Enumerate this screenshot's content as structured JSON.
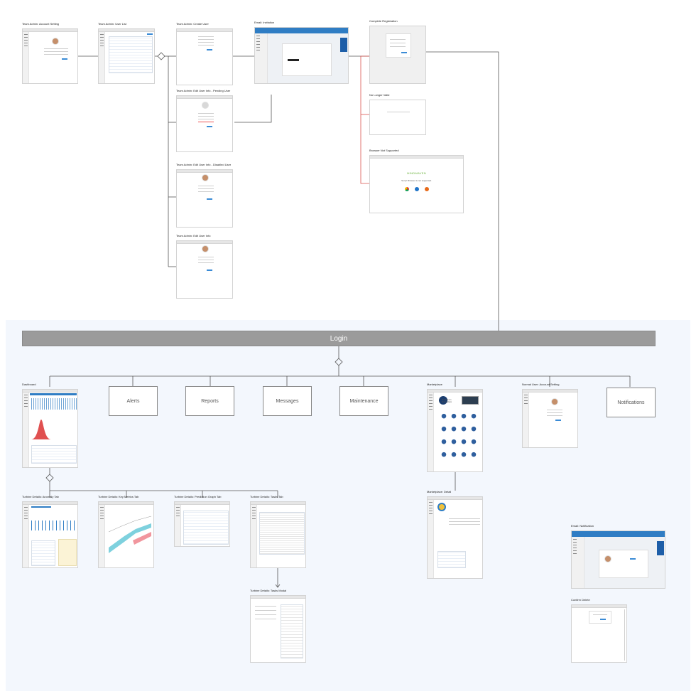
{
  "login": {
    "label": "Login"
  },
  "top_cards": [
    {
      "id": "acct",
      "label": "Team Admin: Account Setting"
    },
    {
      "id": "userlist",
      "label": "Team Admin: User List"
    },
    {
      "id": "create",
      "label": "Team Admin: Create User"
    },
    {
      "id": "email",
      "label": "Email: Invitation"
    },
    {
      "id": "complete",
      "label": "Complete Registration"
    },
    {
      "id": "pending",
      "label": "Team Admin: Edit User Info - Pending User"
    },
    {
      "id": "nolonger",
      "label": "No Longer Valid"
    },
    {
      "id": "disabled",
      "label": "Team Admin: Edit User Info - Disabled User"
    },
    {
      "id": "browser",
      "label": "Browser Not Supported"
    },
    {
      "id": "edit",
      "label": "Team Admin: Edit User Info"
    }
  ],
  "browser_thumb": {
    "brand": "MINDMAVEN",
    "message": "Sorry! Browser is not supported."
  },
  "bottom_cards": [
    {
      "id": "dashboard",
      "label": "Dashboard"
    },
    {
      "id": "marketplace",
      "label": "Marketplace"
    },
    {
      "id": "normal",
      "label": "Normal User: Account Setting"
    },
    {
      "id": "anomaly",
      "label": "Turbine Details: Anomaly Tab"
    },
    {
      "id": "keymetrics",
      "label": "Turbine Details: Key Metrics Tab"
    },
    {
      "id": "prediction",
      "label": "Turbine Details: Prediction Graph Tab"
    },
    {
      "id": "tasks",
      "label": "Turbine Details: Tasks Tab"
    },
    {
      "id": "mpdetail",
      "label": "Marketplace: Detail"
    },
    {
      "id": "emailnotif",
      "label": "Email: Notification"
    },
    {
      "id": "tasksmodal",
      "label": "Turbine Details: Tasks Modal"
    },
    {
      "id": "confirmdelete",
      "label": "Confirm Delete"
    }
  ],
  "box_nodes": [
    {
      "id": "alerts",
      "label": "Alerts"
    },
    {
      "id": "reports",
      "label": "Reports"
    },
    {
      "id": "messages",
      "label": "Messages"
    },
    {
      "id": "maintenance",
      "label": "Maintenance"
    },
    {
      "id": "notifications",
      "label": "Notifications"
    }
  ],
  "marketplace_thumb": {
    "headline": "Mindmaven Marketplace"
  },
  "colors": {
    "connector": "#555555",
    "error_connector": "#d9534f",
    "login_bar": "#9b9b9b",
    "accent": "#2f7dc4"
  }
}
